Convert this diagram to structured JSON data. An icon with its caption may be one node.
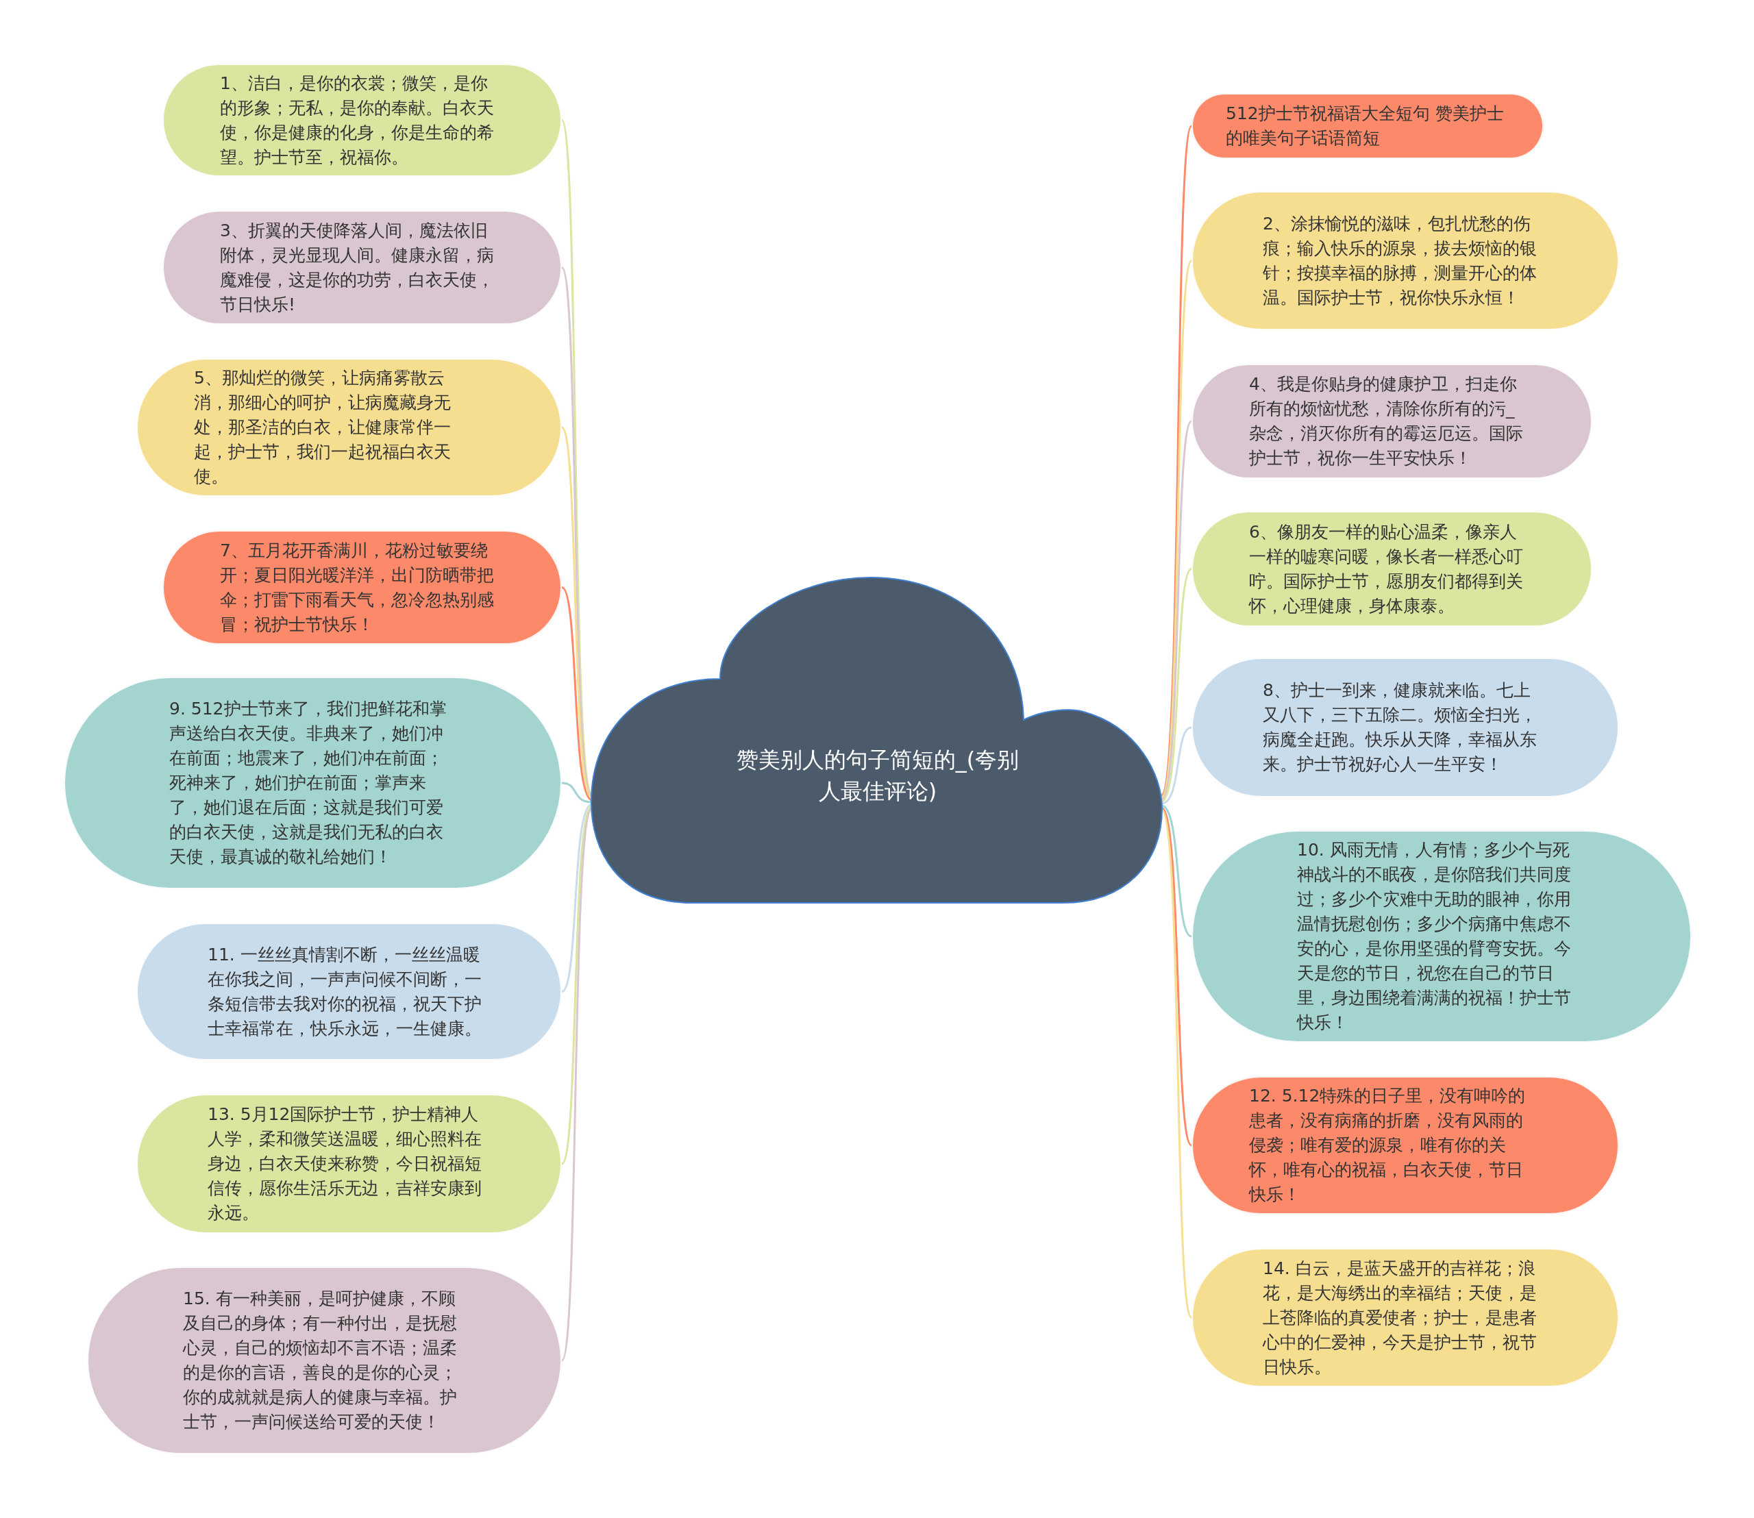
{
  "diagram": {
    "nodes": [
      {
        "text": [
          "赞美别人的句子简短的_(夸别人最佳评论)"
        ]
      },
      {
        "text": [
          "1、洁白，是你的衣裳；微笑，是你的形象；无私，是你的奉献。白衣天使，你是健康的化身，你是生命的希望。护士节至，祝福你。"
        ]
      },
      {
        "text": [
          "3、折翼的天使降落人间，魔法依旧附体，灵光显现人间。健康永留，病魔难侵，这是你的功劳，白衣天使，节日快乐!"
        ]
      },
      {
        "text": [
          "5、那灿烂的微笑，让病痛雾散云消，那细心的呵护，让病魔藏身无处，那圣洁的白衣，让健康常伴一起，护士节，我们一起祝福白衣天使。"
        ]
      },
      {
        "text": [
          "7、五月花开香满川，花粉过敏要绕开；夏日阳光暖洋洋，出门防晒带把伞；打雷下雨看天气，忽冷忽热别感冒；祝护士节快乐！"
        ]
      },
      {
        "text": [
          "9. 512护士节来了，我们把鲜花和掌声送给白衣天使。非典来了，她们冲在前面；地震来了，她们冲在前面；死神来了，她们护在前面；掌声来了，她们退在后面；这就是我们可爱的白衣天使，这就是我们无私的白衣天使，最真诚的敬礼给她们！"
        ]
      },
      {
        "text": [
          "11. 一丝丝真情割不断，一丝丝温暖在你我之间，一声声问候不间断，一条短信带去我对你的祝福，祝天下护士幸福常在，快乐永远，一生健康。"
        ]
      },
      {
        "text": [
          "13. 5月12国际护士节，护士精神人人学，柔和微笑送温暖，细心照料在身边，白衣天使来称赞，今日祝福短信传，愿你生活乐无边，吉祥安康到永远。"
        ]
      },
      {
        "text": [
          "15. 有一种美丽，是呵护健康，不顾及自己的身体；有一种付出，是抚慰心灵，自己的烦恼却不言不语；温柔的是你的言语，善良的是你的心灵；你的成就就是病人的健康与幸福。护士节，一声问候送给可爱的天使！"
        ]
      },
      {
        "text": [
          "512护士节祝福语大全短句 赞美护士的唯美句子话语简短"
        ]
      },
      {
        "text": [
          "2、涂抹愉悦的滋味，包扎忧愁的伤痕；输入快乐的源泉，拔去烦恼的银针；按摸幸福的脉搏，测量开心的体温。国际护士节，祝你快乐永恒！"
        ]
      },
      {
        "text": [
          "4、我是你贴身的健康护卫，扫走你所有的烦恼忧愁，清除你所有的污_杂念，消灭你所有的霉运厄运。国际护士节，祝你一生平安快乐！"
        ]
      },
      {
        "text": [
          "6、像朋友一样的贴心温柔，像亲人一样的嘘寒问暖，像长者一样悉心叮咛。国际护士节，愿朋友们都得到关怀，心理健康，身体康泰。"
        ]
      },
      {
        "text": [
          "8、护士一到来，健康就来临。七上又八下，三下五除二。烦恼全扫光，病魔全赶跑。快乐从天降，幸福从东来。护士节祝好心人一生平安！"
        ]
      },
      {
        "text": [
          "10. 风雨无情，人有情；多少个与死神战斗的不眠夜，是你陪我们共同度过；多少个灾难中无助的眼神，你用温情抚慰创伤；多少个病痛中焦虑不安的心，是你用坚强的臂弯安抚。今天是您的节日，祝您在自己的节日里，身边围绕着满满的祝福！护士节快乐！"
        ]
      },
      {
        "text": [
          "12. 5.12特殊的日子里，没有呻吟的患者，没有病痛的折磨，没有风雨的侵袭；唯有爱的源泉，唯有你的关怀，唯有心的祝福，白衣天使，节日快乐！"
        ]
      },
      {
        "text": [
          "14. 白云，是蓝天盛开的吉祥花；浪花，是大海绣出的幸福结；天使，是上苍降临的真爱使者；护士，是患者心中的仁爱神，今天是护士节，祝节日快乐。"
        ]
      }
    ],
    "edges": [
      {
        "from": 0,
        "to": 1,
        "arrow": "none",
        "color": "#d8e6a0"
      },
      {
        "from": 0,
        "to": 2,
        "arrow": "none",
        "color": "#d9c6d1"
      },
      {
        "from": 0,
        "to": 3,
        "arrow": "none",
        "color": "#f6de91"
      },
      {
        "from": 0,
        "to": 4,
        "arrow": "none",
        "color": "#fc8a6a"
      },
      {
        "from": 0,
        "to": 5,
        "arrow": "none",
        "color": "#a3d4cf"
      },
      {
        "from": 0,
        "to": 6,
        "arrow": "none",
        "color": "#c9dcec"
      },
      {
        "from": 0,
        "to": 7,
        "arrow": "none",
        "color": "#d8e6a0"
      },
      {
        "from": 0,
        "to": 8,
        "arrow": "none",
        "color": "#d9c6d1"
      },
      {
        "from": 0,
        "to": 9,
        "arrow": "none",
        "color": "#fc8a6a"
      },
      {
        "from": 0,
        "to": 10,
        "arrow": "none",
        "color": "#f6de91"
      },
      {
        "from": 0,
        "to": 11,
        "arrow": "none",
        "color": "#d9c6d1"
      },
      {
        "from": 0,
        "to": 12,
        "arrow": "none",
        "color": "#d8e6a0"
      },
      {
        "from": 0,
        "to": 13,
        "arrow": "none",
        "color": "#c9dcec"
      },
      {
        "from": 0,
        "to": 14,
        "arrow": "none",
        "color": "#a3d4cf"
      },
      {
        "from": 0,
        "to": 15,
        "arrow": "none",
        "color": "#fc8a6a"
      },
      {
        "from": 0,
        "to": 16,
        "arrow": "none",
        "color": "#f6de91"
      }
    ]
  }
}
